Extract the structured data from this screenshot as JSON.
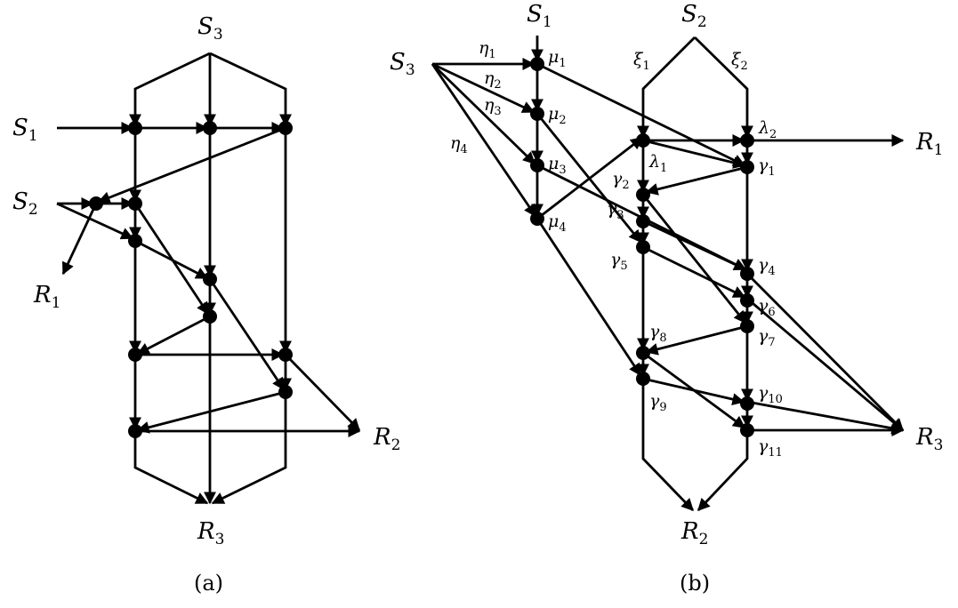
{
  "panels": [
    {
      "id": "a",
      "caption": "(a)",
      "labels": {
        "S3": {
          "base": "S",
          "sub": "3"
        },
        "S1": {
          "base": "S",
          "sub": "1"
        },
        "S2": {
          "base": "S",
          "sub": "2"
        },
        "R1": {
          "base": "R",
          "sub": "1"
        },
        "R2": {
          "base": "R",
          "sub": "2"
        },
        "R3": {
          "base": "R",
          "sub": "3"
        }
      }
    },
    {
      "id": "b",
      "caption": "(b)",
      "labels": {
        "S1": {
          "base": "S",
          "sub": "1"
        },
        "S2": {
          "base": "S",
          "sub": "2"
        },
        "S3": {
          "base": "S",
          "sub": "3"
        },
        "R1": {
          "base": "R",
          "sub": "1"
        },
        "R2": {
          "base": "R",
          "sub": "2"
        },
        "R3": {
          "base": "R",
          "sub": "3"
        },
        "eta1": {
          "base": "η",
          "sub": "1"
        },
        "eta2": {
          "base": "η",
          "sub": "2"
        },
        "eta3": {
          "base": "η",
          "sub": "3"
        },
        "eta4": {
          "base": "η",
          "sub": "4"
        },
        "mu1": {
          "base": "μ",
          "sub": "1"
        },
        "mu2": {
          "base": "μ",
          "sub": "2"
        },
        "mu3": {
          "base": "μ",
          "sub": "3"
        },
        "mu4": {
          "base": "μ",
          "sub": "4"
        },
        "xi1": {
          "base": "ξ",
          "sub": "1"
        },
        "xi2": {
          "base": "ξ",
          "sub": "2"
        },
        "lambda1": {
          "base": "λ",
          "sub": "1"
        },
        "lambda2": {
          "base": "λ",
          "sub": "2"
        },
        "gamma1": {
          "base": "γ",
          "sub": "1"
        },
        "gamma2": {
          "base": "γ",
          "sub": "2"
        },
        "gamma3": {
          "base": "γ",
          "sub": "3"
        },
        "gamma4": {
          "base": "γ",
          "sub": "4"
        },
        "gamma5": {
          "base": "γ",
          "sub": "5"
        },
        "gamma6": {
          "base": "γ",
          "sub": "6"
        },
        "gamma7": {
          "base": "γ",
          "sub": "7"
        },
        "gamma8": {
          "base": "γ",
          "sub": "8"
        },
        "gamma9": {
          "base": "γ",
          "sub": "9"
        },
        "gamma10": {
          "base": "γ",
          "sub": "10"
        },
        "gamma11": {
          "base": "γ",
          "sub": "11"
        }
      }
    }
  ]
}
